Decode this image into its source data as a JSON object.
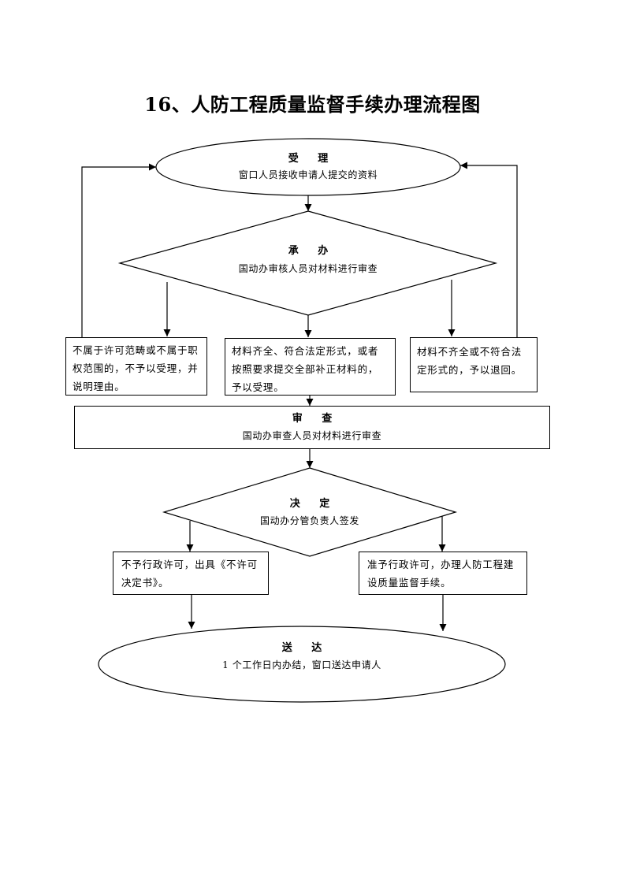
{
  "title": "16、人防工程质量监督手续办理流程图",
  "accept": {
    "head": "受 理",
    "body": "窗口人员接收申请人提交的资料"
  },
  "handle": {
    "head": "承 办",
    "body": "国动办审核人员对材料进行审查"
  },
  "reject_scope": "不属于许可范畴或不属于职权范围的，不予以受理，并说明理由。",
  "accepted": "材料齐全、符合法定形式，或者按照要求提交全部补正材料的，予以受理。",
  "returned": "材料不齐全或不符合法定形式的，予以退回。",
  "review": {
    "head": "审 查",
    "body": "国动办审查人员对材料进行审查"
  },
  "decide": {
    "head": "决 定",
    "body": "国动办分管负责人签发"
  },
  "deny": "不予行政许可，出具《不许可决定书》。",
  "approve": "准予行政许可，办理人防工程建设质量监督手续。",
  "deliver": {
    "head": "送 达",
    "body": "1 个工作日内办结，窗口送达申请人"
  }
}
